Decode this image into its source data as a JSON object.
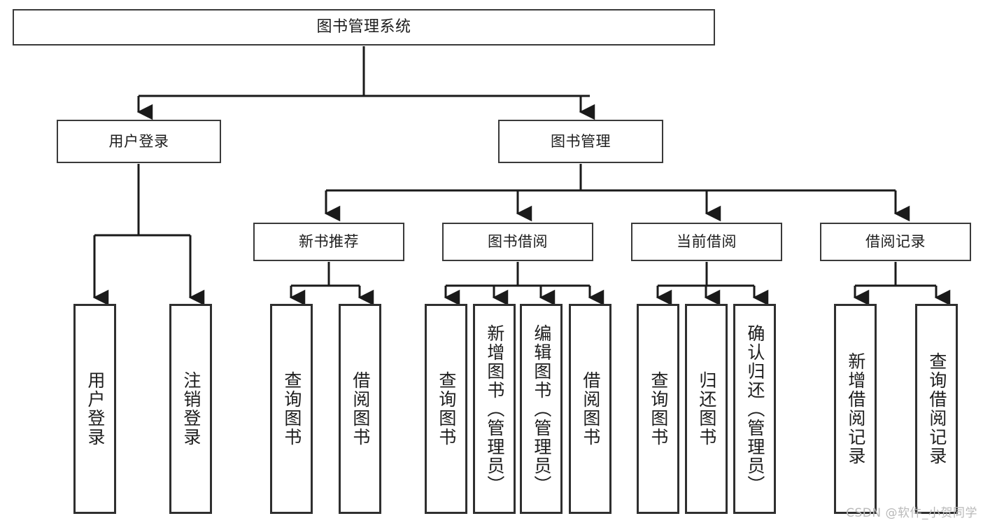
{
  "diagram": {
    "title": "图书管理系统",
    "type": "tree-hierarchy",
    "watermark": "CSDN @软件_小贺同学",
    "root": {
      "label": "图书管理系统"
    },
    "level2": [
      {
        "label": "用户登录"
      },
      {
        "label": "图书管理"
      }
    ],
    "level3": [
      {
        "label": "新书推荐"
      },
      {
        "label": "图书借阅"
      },
      {
        "label": "当前借阅"
      },
      {
        "label": "借阅记录"
      }
    ],
    "leaves": {
      "user_login": [
        {
          "label": "用户登录"
        },
        {
          "label": "注销登录"
        }
      ],
      "new_book_recommend": [
        {
          "label": "查询图书"
        },
        {
          "label": "借阅图书"
        }
      ],
      "book_borrow": [
        {
          "label": "查询图书"
        },
        {
          "label": "新增图书（管理员）"
        },
        {
          "label": "编辑图书（管理员）"
        },
        {
          "label": "借阅图书"
        }
      ],
      "current_borrow": [
        {
          "label": "查询图书"
        },
        {
          "label": "归还图书"
        },
        {
          "label": "确认归还（管理员）"
        }
      ],
      "borrow_record": [
        {
          "label": "新增借阅记录"
        },
        {
          "label": "查询借阅记录"
        }
      ]
    },
    "colors": {
      "background": "#ffffff",
      "box_border": "#3a3a3a",
      "leaf_border": "#2f2f2f",
      "line": "#1a1a1a",
      "text": "#1d1d1d",
      "watermark": "#b9b9b9"
    }
  }
}
